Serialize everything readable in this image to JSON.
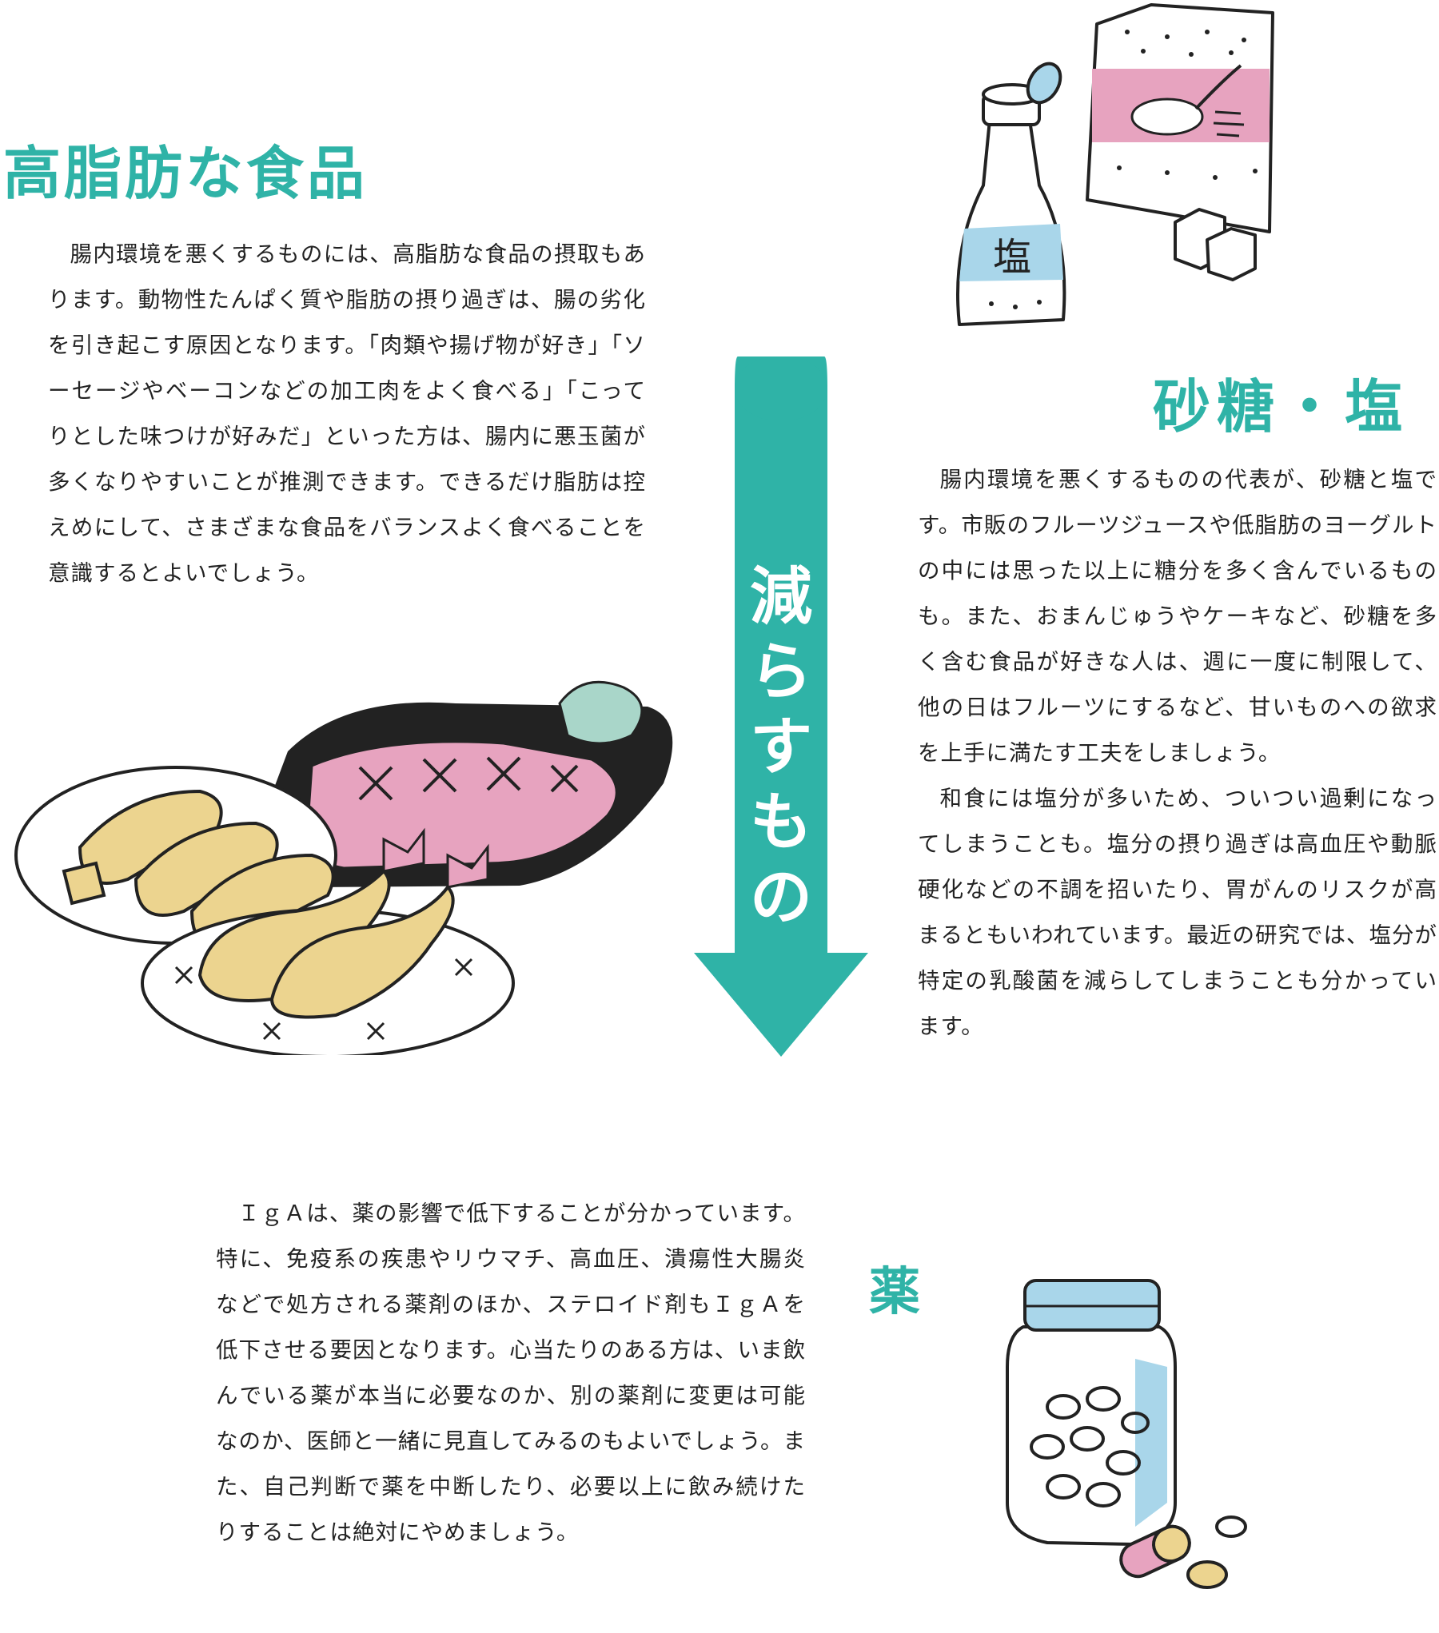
{
  "center_arrow": {
    "label": "減らすもの",
    "color": "#2fb3a7"
  },
  "sections": {
    "fat": {
      "title": "高脂肪な食品",
      "body": "腸内環境を悪くするものには、高脂肪な食品の摂取もあります。動物性たんぱく質や脂肪の摂り過ぎは、腸の劣化を引き起こす原因となります。「肉類や揚げ物が好き」「ソーセージやベーコンなどの加工肉をよく食べる」「こってりとした味つけが好みだ」といった方は、腸内に悪玉菌が多くなりやすいことが推測できます。できるだけ脂肪は控えめにして、さまざまな食品をバランスよく食べることを意識するとよいでしょう。"
    },
    "sugar_salt": {
      "title": "砂糖・塩",
      "body_1": "腸内環境を悪くするものの代表が、砂糖と塩です。市販のフルーツジュースや低脂肪のヨーグルトの中には思った以上に糖分を多く含んでいるものも。また、おまんじゅうやケーキなど、砂糖を多く含む食品が好きな人は、週に一度に制限して、他の日はフルーツにするなど、甘いものへの欲求を上手に満たす工夫をしましょう。",
      "body_2": "和食には塩分が多いため、ついつい過剰になってしまうことも。塩分の摂り過ぎは高血圧や動脈硬化などの不調を招いたり、胃がんのリスクが高まるともいわれています。最近の研究では、塩分が特定の乳酸菌を減らしてしまうことも分かっています。",
      "bottle_label": "塩"
    },
    "medicine": {
      "title": "薬",
      "body": "ＩｇＡは、薬の影響で低下することが分かっています。特に、免疫系の疾患やリウマチ、高血圧、潰瘍性大腸炎などで処方される薬剤のほか、ステロイド剤もＩｇＡを低下させる要因となります。心当たりのある方は、いま飲んでいる薬が本当に必要なのか、別の薬剤に変更は可能なのか、医師と一緒に見直してみるのもよいでしょう。また、自己判断で薬を中断したり、必要以上に飲み続けたりすることは絶対にやめましょう。"
    }
  },
  "colors": {
    "accent": "#2fb3a7",
    "pink": "#e7a3bf",
    "light_blue": "#a9d6ea",
    "cream": "#ecd48f",
    "dark_tray": "#222222"
  }
}
